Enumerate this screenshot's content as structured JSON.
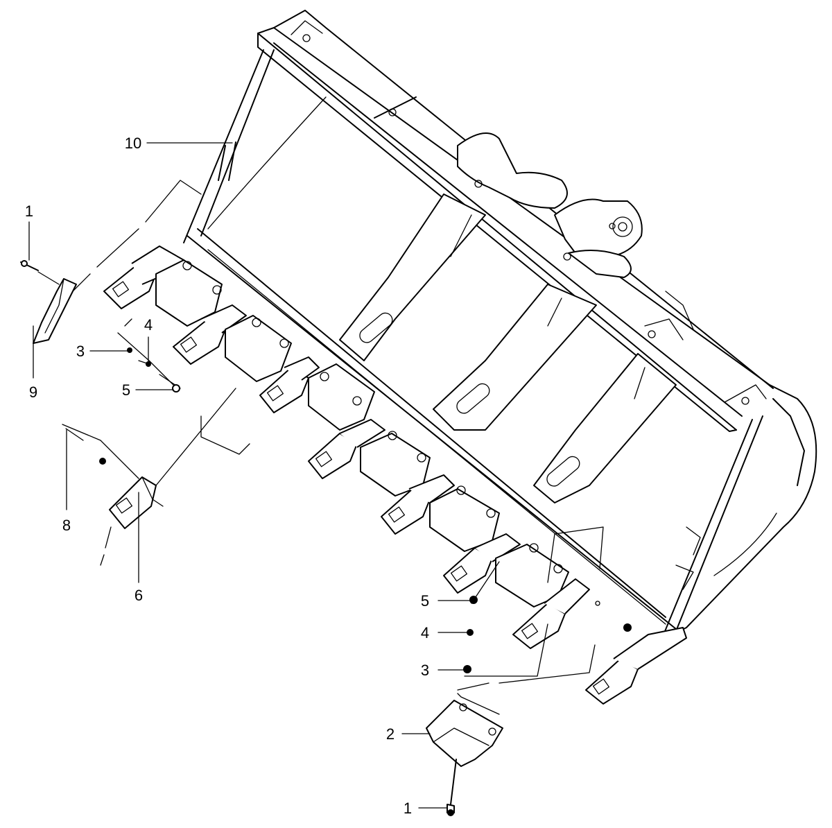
{
  "diagram": {
    "callouts": [
      {
        "id": "c1a",
        "number": "1"
      },
      {
        "id": "c9",
        "number": "9"
      },
      {
        "id": "c10",
        "number": "10"
      },
      {
        "id": "c3a",
        "number": "3"
      },
      {
        "id": "c4a",
        "number": "4"
      },
      {
        "id": "c5a",
        "number": "5"
      },
      {
        "id": "c8",
        "number": "8"
      },
      {
        "id": "c6",
        "number": "6"
      },
      {
        "id": "c5b",
        "number": "5"
      },
      {
        "id": "c4b",
        "number": "4"
      },
      {
        "id": "c3b",
        "number": "3"
      },
      {
        "id": "c2",
        "number": "2"
      },
      {
        "id": "c1b",
        "number": "1"
      }
    ]
  }
}
